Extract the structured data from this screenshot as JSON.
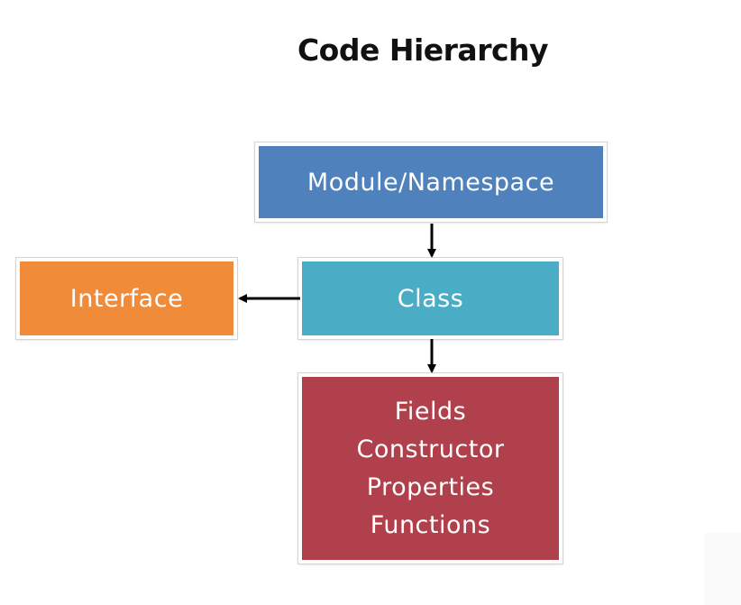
{
  "title": "Code Hierarchy",
  "nodes": {
    "module": {
      "label": "Module/Namespace",
      "color": "#4f81bd"
    },
    "class": {
      "label": "Class",
      "color": "#4bacc6"
    },
    "interface": {
      "label": "Interface",
      "color": "#f08c39"
    },
    "members": {
      "color": "#b0404c",
      "items": [
        "Fields",
        "Constructor",
        "Properties",
        "Functions"
      ]
    }
  },
  "edges": [
    {
      "from": "Module/Namespace",
      "to": "Class"
    },
    {
      "from": "Class",
      "to": "Interface"
    },
    {
      "from": "Class",
      "to": "members"
    }
  ]
}
